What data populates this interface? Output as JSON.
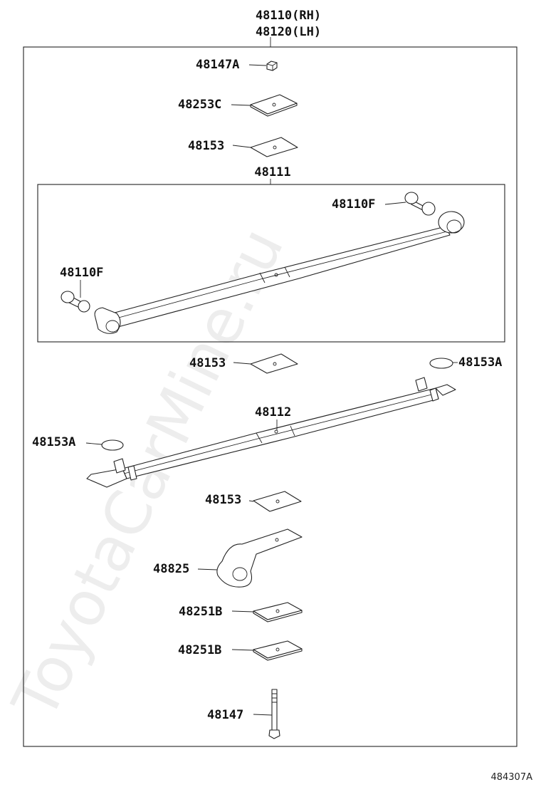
{
  "labels": [
    {
      "id": "assembly_rh",
      "text": "48110(RH)"
    },
    {
      "id": "assembly_lh",
      "text": "48120(LH)"
    },
    {
      "id": "nut",
      "text": "48147A"
    },
    {
      "id": "plate_top",
      "text": "48253C"
    },
    {
      "id": "insert_1",
      "text": "48153"
    },
    {
      "id": "main_leaf_group",
      "text": "48111"
    },
    {
      "id": "bushing_right",
      "text": "48110F"
    },
    {
      "id": "bushing_left",
      "text": "48110F"
    },
    {
      "id": "insert_2",
      "text": "48153"
    },
    {
      "id": "pad_right",
      "text": "48153A"
    },
    {
      "id": "second_leaf",
      "text": "48112"
    },
    {
      "id": "pad_left",
      "text": "48153A"
    },
    {
      "id": "insert_3",
      "text": "48153"
    },
    {
      "id": "helper_leaf",
      "text": "48825"
    },
    {
      "id": "plate_b1",
      "text": "48251B"
    },
    {
      "id": "plate_b2",
      "text": "48251B"
    },
    {
      "id": "center_bolt",
      "text": "48147"
    }
  ],
  "diagram_ref": "484307A",
  "watermark": "ToyotaCarMine.ru"
}
